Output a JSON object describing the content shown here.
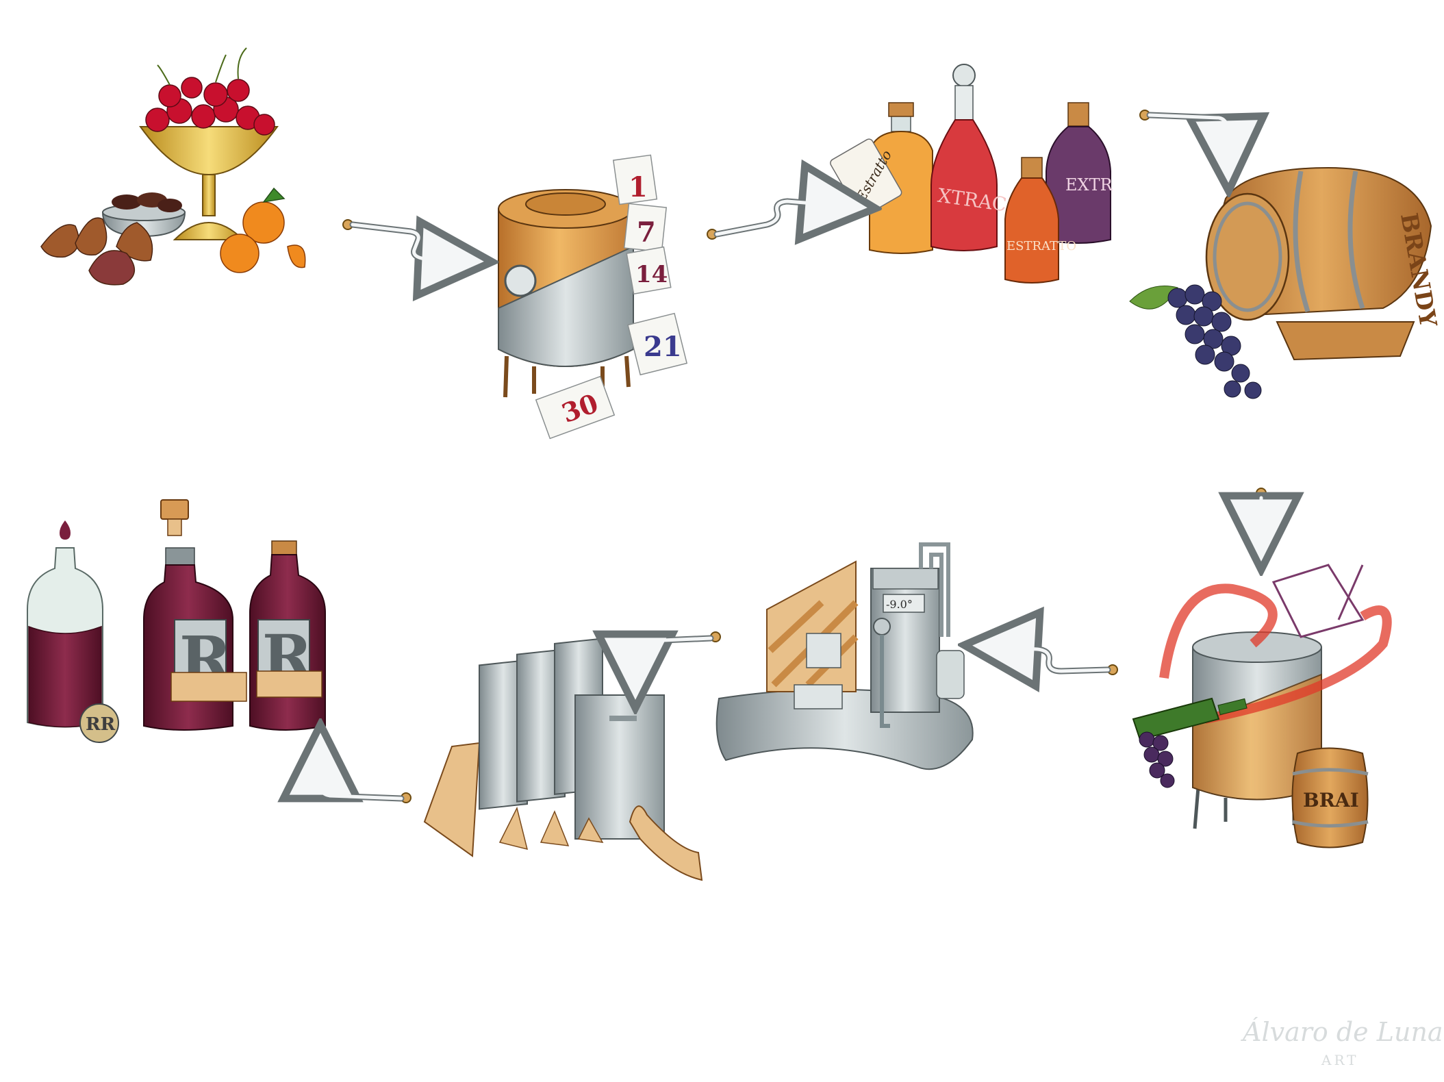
{
  "colors": {
    "copper": "#d9913b",
    "steel": "#aab5b8",
    "wine": "#7a1f3d",
    "grape": "#3a3a6e",
    "cherry": "#c8102e",
    "wood": "#c98a45",
    "arrow": "#cfd5d7"
  },
  "steps": [
    {
      "name": "fruits",
      "icons": [
        "cherry-icon",
        "fig-icon",
        "date-icon",
        "mandarin-icon",
        "gold-bowl-icon"
      ]
    },
    {
      "name": "maceration",
      "icons": [
        "copper-tank-icon",
        "calendar-sheet-icon"
      ],
      "days": [
        "1",
        "7",
        "14",
        "21",
        "30"
      ]
    },
    {
      "name": "extracts",
      "icons": [
        "bottle-icon",
        "cork-icon",
        "tag-icon"
      ],
      "tag": "Estratto",
      "bottle_labels": [
        "XTRAC",
        "EXTR",
        "ESTRATTO"
      ]
    },
    {
      "name": "brandy-barrel",
      "icons": [
        "barrel-icon",
        "grapes-icon"
      ],
      "barrel_text": "BRANDY"
    },
    {
      "name": "blending",
      "icons": [
        "mixing-tank-icon",
        "wine-bottle-icon",
        "small-barrel-icon",
        "grapes-icon"
      ],
      "barrel_text": "BRAI"
    },
    {
      "name": "chilling",
      "icons": [
        "cooling-machine-icon"
      ],
      "temperature": "-9.0°"
    },
    {
      "name": "filtration",
      "icons": [
        "filter-plates-icon"
      ]
    },
    {
      "name": "bottling",
      "icons": [
        "bottle-icon",
        "drop-icon",
        "cork-icon",
        "logo-r-icon"
      ],
      "letter": "R",
      "seal": "RR"
    }
  ],
  "signature": {
    "name": "Álvaro de Luna",
    "sub": "ART"
  }
}
